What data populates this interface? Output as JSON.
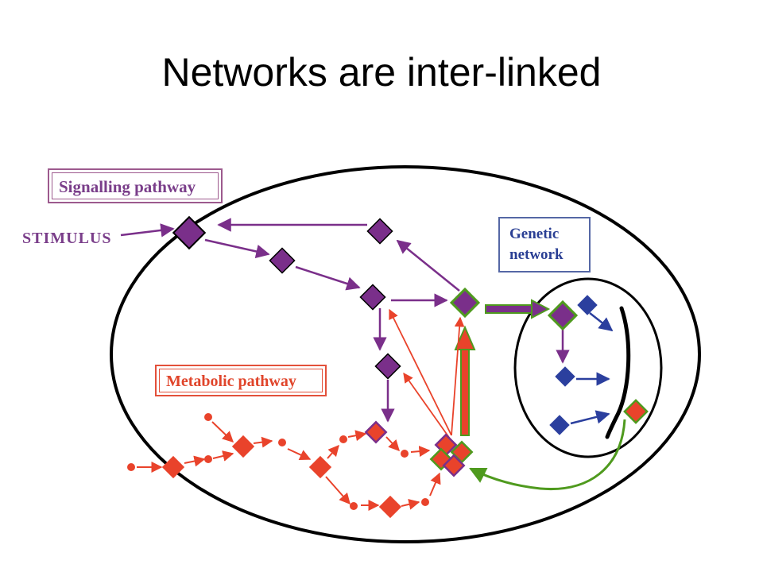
{
  "title": "Networks are inter-linked",
  "labels": {
    "signalling": "Signalling pathway",
    "stimulus": "STIMULUS",
    "genetic_line1": "Genetic",
    "genetic_line2": "network",
    "metabolic": "Metabolic pathway"
  },
  "colors": {
    "signalling": "#7a2f8a",
    "genetic": "#2b3f9e",
    "metabolic": "#e9432b",
    "link": "#4f9a1e"
  }
}
